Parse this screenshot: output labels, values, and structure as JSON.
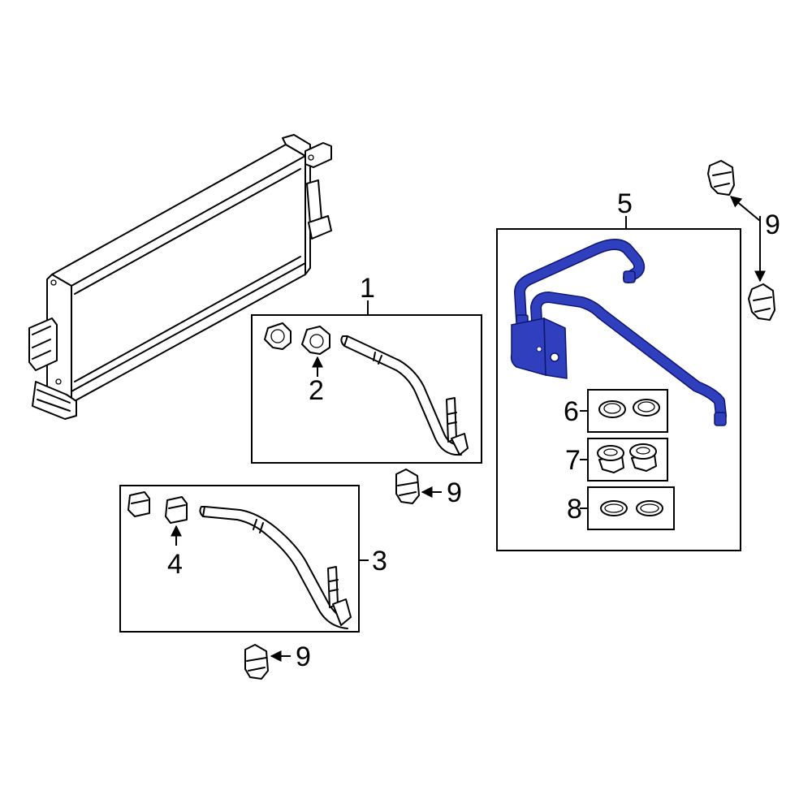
{
  "colors": {
    "highlight_fill": "#2f3fbd",
    "highlight_stroke": "#0d1670",
    "outline": "#000000",
    "background": "#ffffff"
  },
  "callouts": {
    "c1": "1",
    "c2": "2",
    "c3": "3",
    "c4": "4",
    "c5": "5",
    "c6": "6",
    "c7": "7",
    "c8": "8",
    "c9_top": "9",
    "c9_mid": "9",
    "c9_bottom": "9"
  }
}
